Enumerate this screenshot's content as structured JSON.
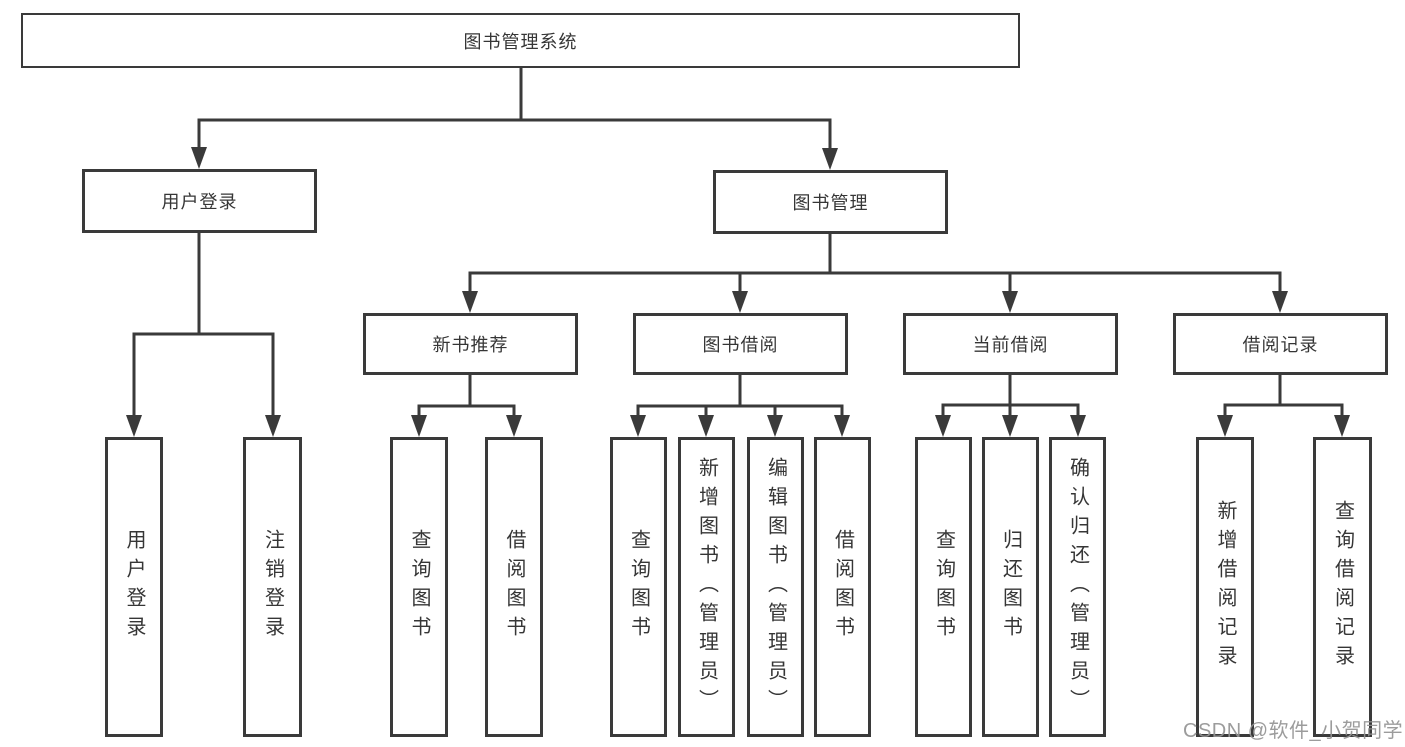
{
  "diagram": {
    "root": {
      "label": "图书管理系统"
    },
    "branches": [
      {
        "label": "用户登录",
        "children": [
          {
            "label": "用户登录"
          },
          {
            "label": "注销登录"
          }
        ]
      },
      {
        "label": "图书管理",
        "children": [
          {
            "label": "新书推荐",
            "children": [
              {
                "label": "查询图书"
              },
              {
                "label": "借阅图书"
              }
            ]
          },
          {
            "label": "图书借阅",
            "children": [
              {
                "label": "查询图书"
              },
              {
                "label": "新增图书（管理员）"
              },
              {
                "label": "编辑图书（管理员）"
              },
              {
                "label": "借阅图书"
              }
            ]
          },
          {
            "label": "当前借阅",
            "children": [
              {
                "label": "查询图书"
              },
              {
                "label": "归还图书"
              },
              {
                "label": "确认归还（管理员）"
              }
            ]
          },
          {
            "label": "借阅记录",
            "children": [
              {
                "label": "新增借阅记录"
              },
              {
                "label": "查询借阅记录"
              }
            ]
          }
        ]
      }
    ]
  },
  "watermark": {
    "text": "CSDN @软件_小贺同学"
  },
  "colors": {
    "line": "#3a3a3a",
    "text": "#363636",
    "background": "#ffffff",
    "watermark": "#949494"
  }
}
